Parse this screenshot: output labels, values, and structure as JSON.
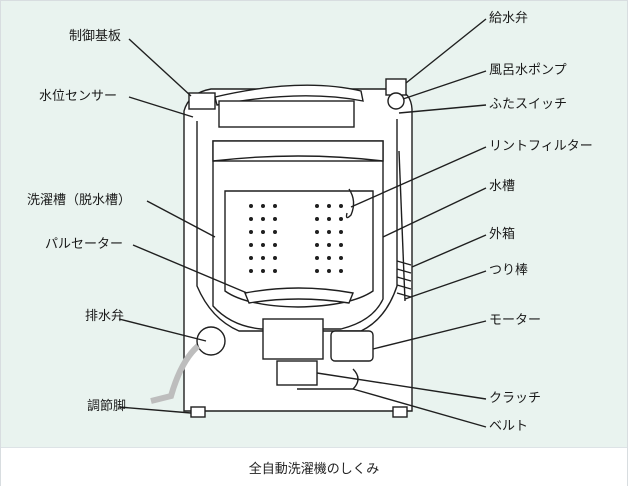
{
  "labels": {
    "control_board": "制御基板",
    "water_level_sensor": "水位センサー",
    "wash_tub": "洗濯槽（脱水槽）",
    "pulsator": "パルセーター",
    "drain_valve": "排水弁",
    "adjust_foot": "調節脚",
    "water_supply_valve": "給水弁",
    "bath_pump": "風呂水ポンプ",
    "lid_switch": "ふたスイッチ",
    "lint_filter": "リントフィルター",
    "water_tub": "水槽",
    "outer_box": "外箱",
    "suspension_rod": "つり棒",
    "motor": "モーター",
    "clutch": "クラッチ",
    "belt": "ベルト"
  },
  "caption": "全自動洗濯機のしくみ",
  "colors": {
    "background": "#e9f3ef",
    "line": "#1f1f1f",
    "fill": "#ffffff"
  }
}
